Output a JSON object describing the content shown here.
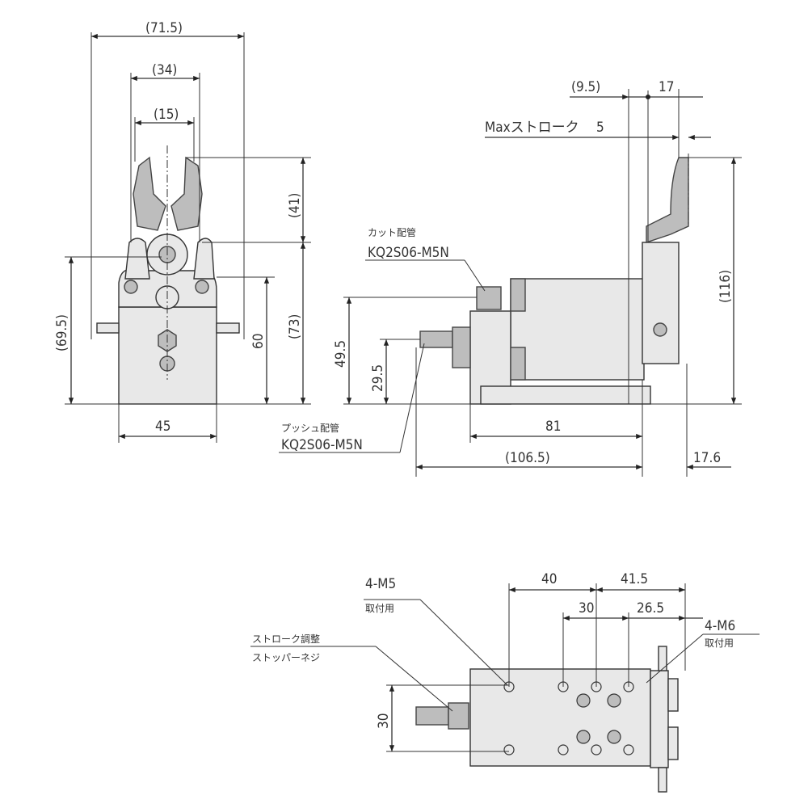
{
  "title": "Air nipper technical drawing",
  "front_view": {
    "dims": {
      "width_overall": "(71.5)",
      "jaw_width": "(34)",
      "jaw_gap": "(15)",
      "blade_height": "(41)",
      "center_height": "(69.5)",
      "body_height": "60",
      "overall_lower": "(73)",
      "base_width": "45"
    }
  },
  "side_view": {
    "dims": {
      "offset": "(9.5)",
      "blade_depth": "17",
      "max_stroke_label": "Maxストローク",
      "max_stroke": "5",
      "overall_height": "(116)",
      "cut_port_height": "49.5",
      "push_port_height": "29.5",
      "base_length": "81",
      "overall_length": "(106.5)",
      "front_offset": "17.6"
    },
    "cut_port": {
      "label": "カット配管",
      "part": "KQ2S06-M5N"
    },
    "push_port": {
      "label": "プッシュ配管",
      "part": "KQ2S06-M5N"
    }
  },
  "bottom_view": {
    "dims": {
      "hole_pitch_a": "40",
      "hole_pitch_b": "41.5",
      "hole_pitch_c": "30",
      "hole_pitch_d": "26.5",
      "width": "30"
    },
    "m5": {
      "label": "4-M5",
      "sub": "取付用"
    },
    "m6": {
      "label": "4-M6",
      "sub": "取付用"
    },
    "stopper": {
      "label": "ストローク調整",
      "sub": "ストッパーネジ"
    }
  }
}
